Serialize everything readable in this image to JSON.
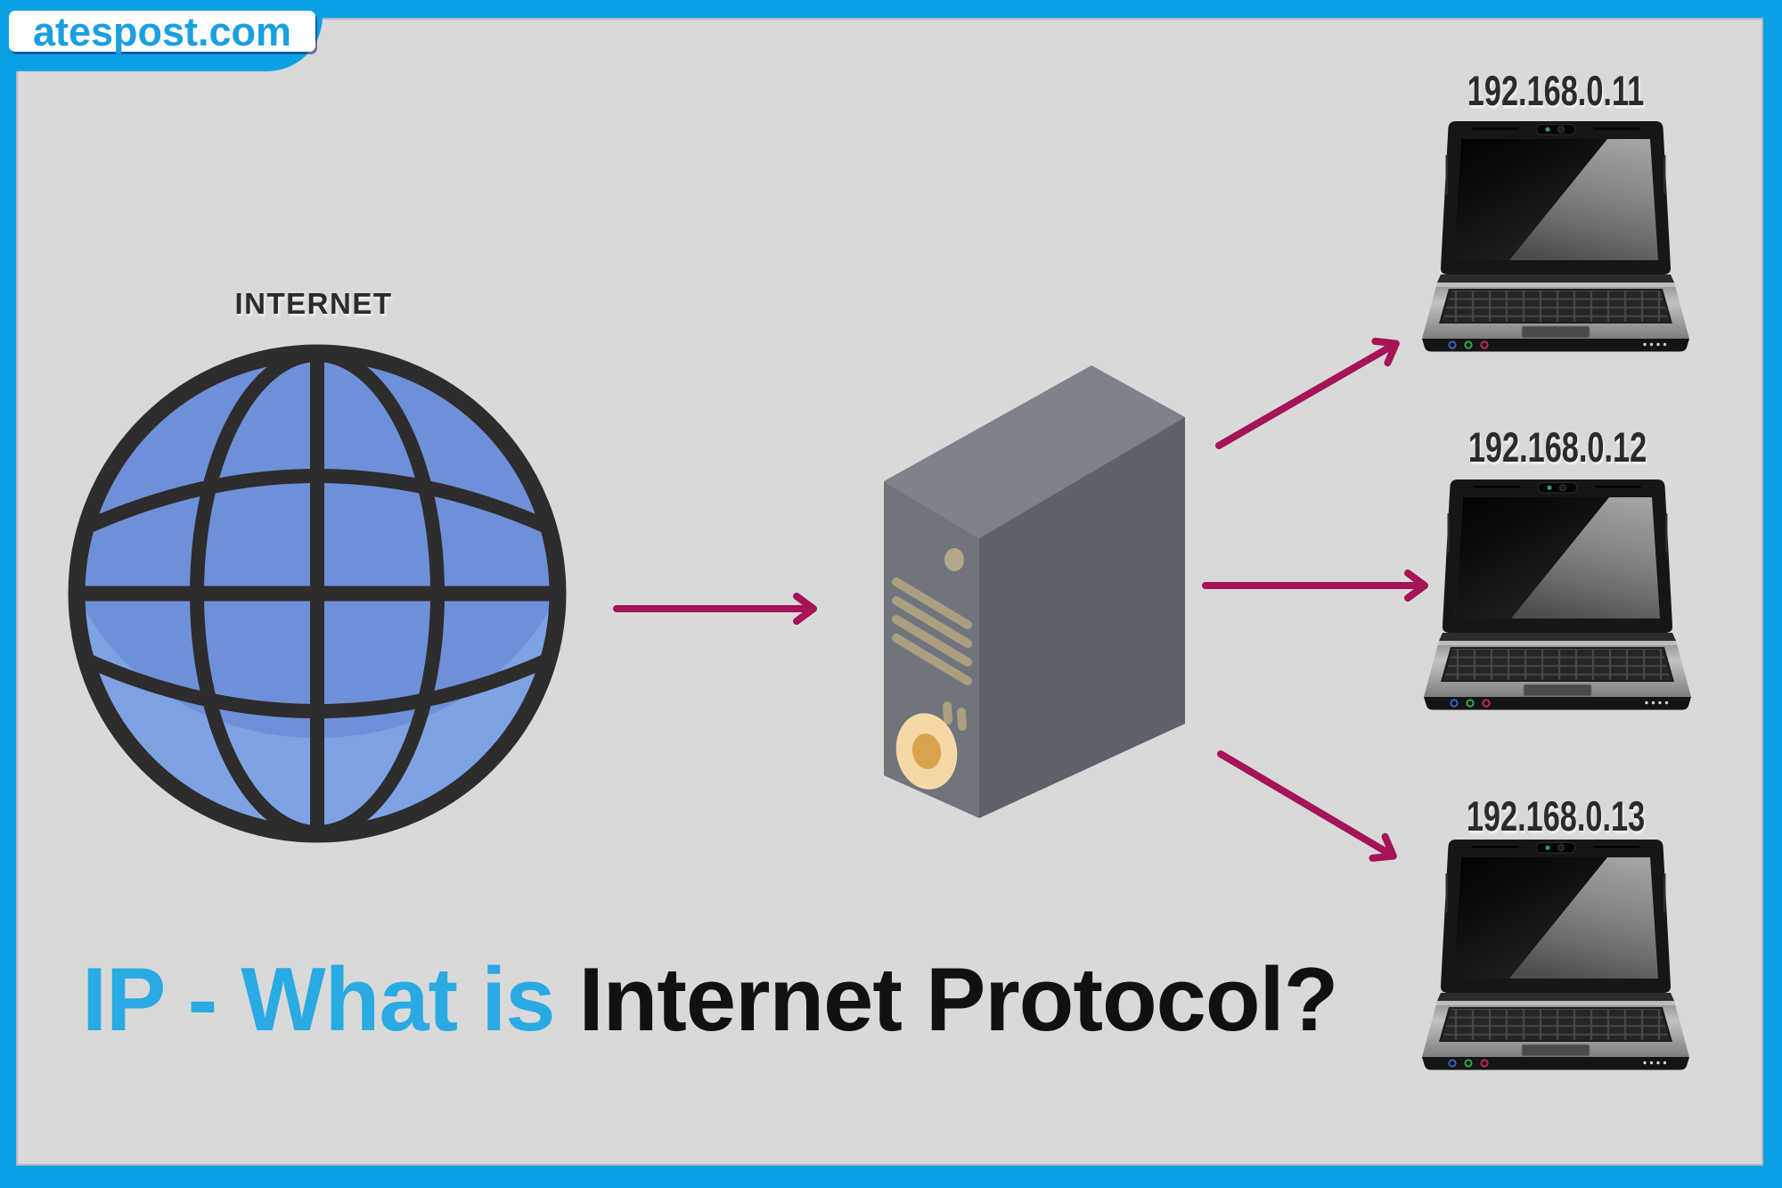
{
  "badge": {
    "site": "atespost.com"
  },
  "internet_label": "INTERNET",
  "title": {
    "highlight": "IP - What is ",
    "rest": "Internet Protocol?"
  },
  "devices": [
    {
      "ip": "192.168.0.11"
    },
    {
      "ip": "192.168.0.12"
    },
    {
      "ip": "192.168.0.13"
    }
  ],
  "colors": {
    "frame": "#0aa1e4",
    "canvas-bg": "#d9d9d9",
    "badge-text": "#1a9fe0",
    "title-accent": "#29aae3",
    "title-dark": "#111111",
    "label-dark": "#2b2b2b",
    "arrow": "#a41457",
    "globe-fill": "#6d90d8",
    "globe-highlight": "#7ea3e4",
    "globe-line": "#2e2c2c"
  }
}
